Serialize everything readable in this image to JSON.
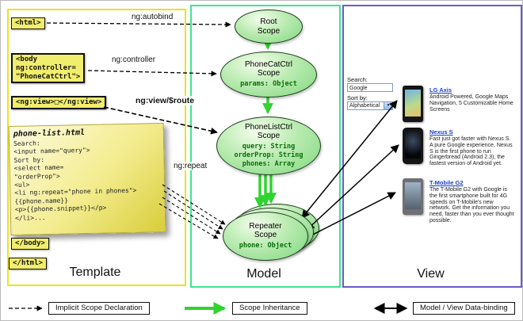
{
  "template": {
    "label": "Template",
    "html_open": "<html>",
    "body_open": "<body\nng:controller=\n\"PhoneCatCtrl\">",
    "ng_view": "<ng:view>□</ng:view>",
    "note_title": "phone-list.html",
    "note_code": "Search:\n<input name=\"query\">\nSort by:\n<select name=\n\"orderProp\">\n<ul>\n<li ng:repeat=\"phone in phones\">\n{{phone.name}}\n<p>{{phone.snippet}}</p>\n</li>...",
    "body_close": "</body>",
    "html_close": "</html>"
  },
  "arrow_labels": {
    "autobind": "ng:autobind",
    "controller": "ng:controller",
    "view_route": "ng:view/$route",
    "repeat": "ng:repeat"
  },
  "model": {
    "label": "Model",
    "root": {
      "title": "Root\nScope"
    },
    "phonecat": {
      "title": "PhoneCatCtrl\nScope",
      "props": "params: Object"
    },
    "phonelist": {
      "title": "PhoneListCtrl\nScope",
      "props": "query: String\norderProp: String\nphones: Array"
    },
    "repeater": {
      "title": "Repeater\nScope",
      "props": "phone: Object"
    }
  },
  "view": {
    "label": "View",
    "search_label": "Search:",
    "search_value": "Google",
    "sort_label": "Sort by:",
    "sort_value": "Alphabetical",
    "phones": [
      {
        "name": "LG Axis",
        "desc": "Android Powered, Google Maps Navigation, 5 Customizable Home Screens"
      },
      {
        "name": "Nexus S",
        "desc": "Fast just got faster with Nexus S. A pure Google experience, Nexus S is the first phone to run Gingerbread (Android 2.3), the fastest version of Android yet."
      },
      {
        "name": "T-Mobile G2",
        "desc": "The T-Mobile G2 with Google is the first smartphone built for 4G speeds on T-Mobile's new network. Get the information you need, faster than you ever thought possible."
      }
    ]
  },
  "legend": {
    "items": [
      {
        "label": "Implicit Scope Declaration"
      },
      {
        "label": "Scope Inheritance"
      },
      {
        "label": "Model / View Data-binding"
      }
    ]
  },
  "colors": {
    "template_border": "#f0e11a",
    "model_border": "#3fe394",
    "view_border": "#6a5acd",
    "tag_yellow": "#f1ed6d",
    "scope_green": "#7ed87e",
    "inheritance_green": "#2fd42f",
    "link_blue": "#1a3fc4"
  }
}
